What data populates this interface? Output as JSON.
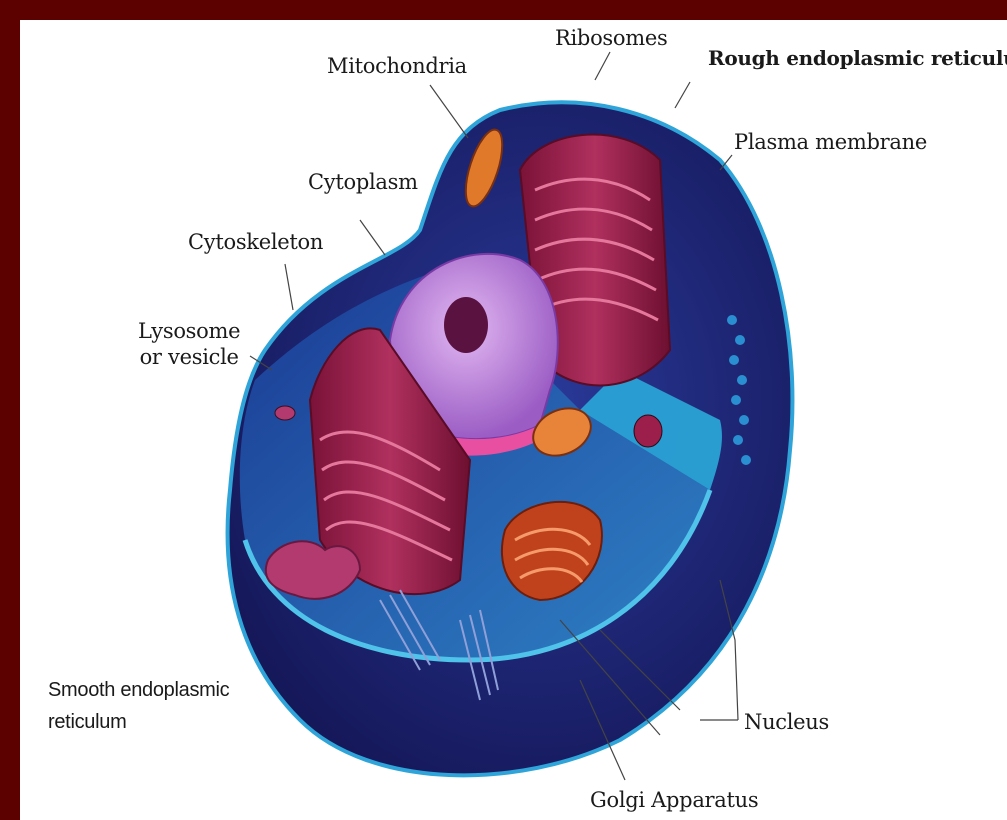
{
  "labels": {
    "ribosomes": "Ribosomes",
    "mitochondria": "Mitochondria",
    "rough_er": "Rough endoplasmic reticulum",
    "plasma_membrane": "Plasma membrane",
    "cytoplasm": "Cytoplasm",
    "cytoskeleton": "Cytoskeleton",
    "lysosome": "Lysosome\nor vesicle",
    "smooth_er": "Smooth endoplasmic\nreticulum",
    "nucleus": "Nucleus",
    "golgi": "Golgi Apparatus"
  },
  "colors": {
    "frame": "#5c0000",
    "panel": "#ffffff",
    "cell_outer": "#1b1f6b",
    "cell_membrane": "#2fa4d8",
    "cytoplasm_light": "#2b8fcf",
    "organelle_red": "#9b1f4a",
    "nucleus_pink": "#c98be0",
    "mito_orange": "#e07a2a"
  }
}
